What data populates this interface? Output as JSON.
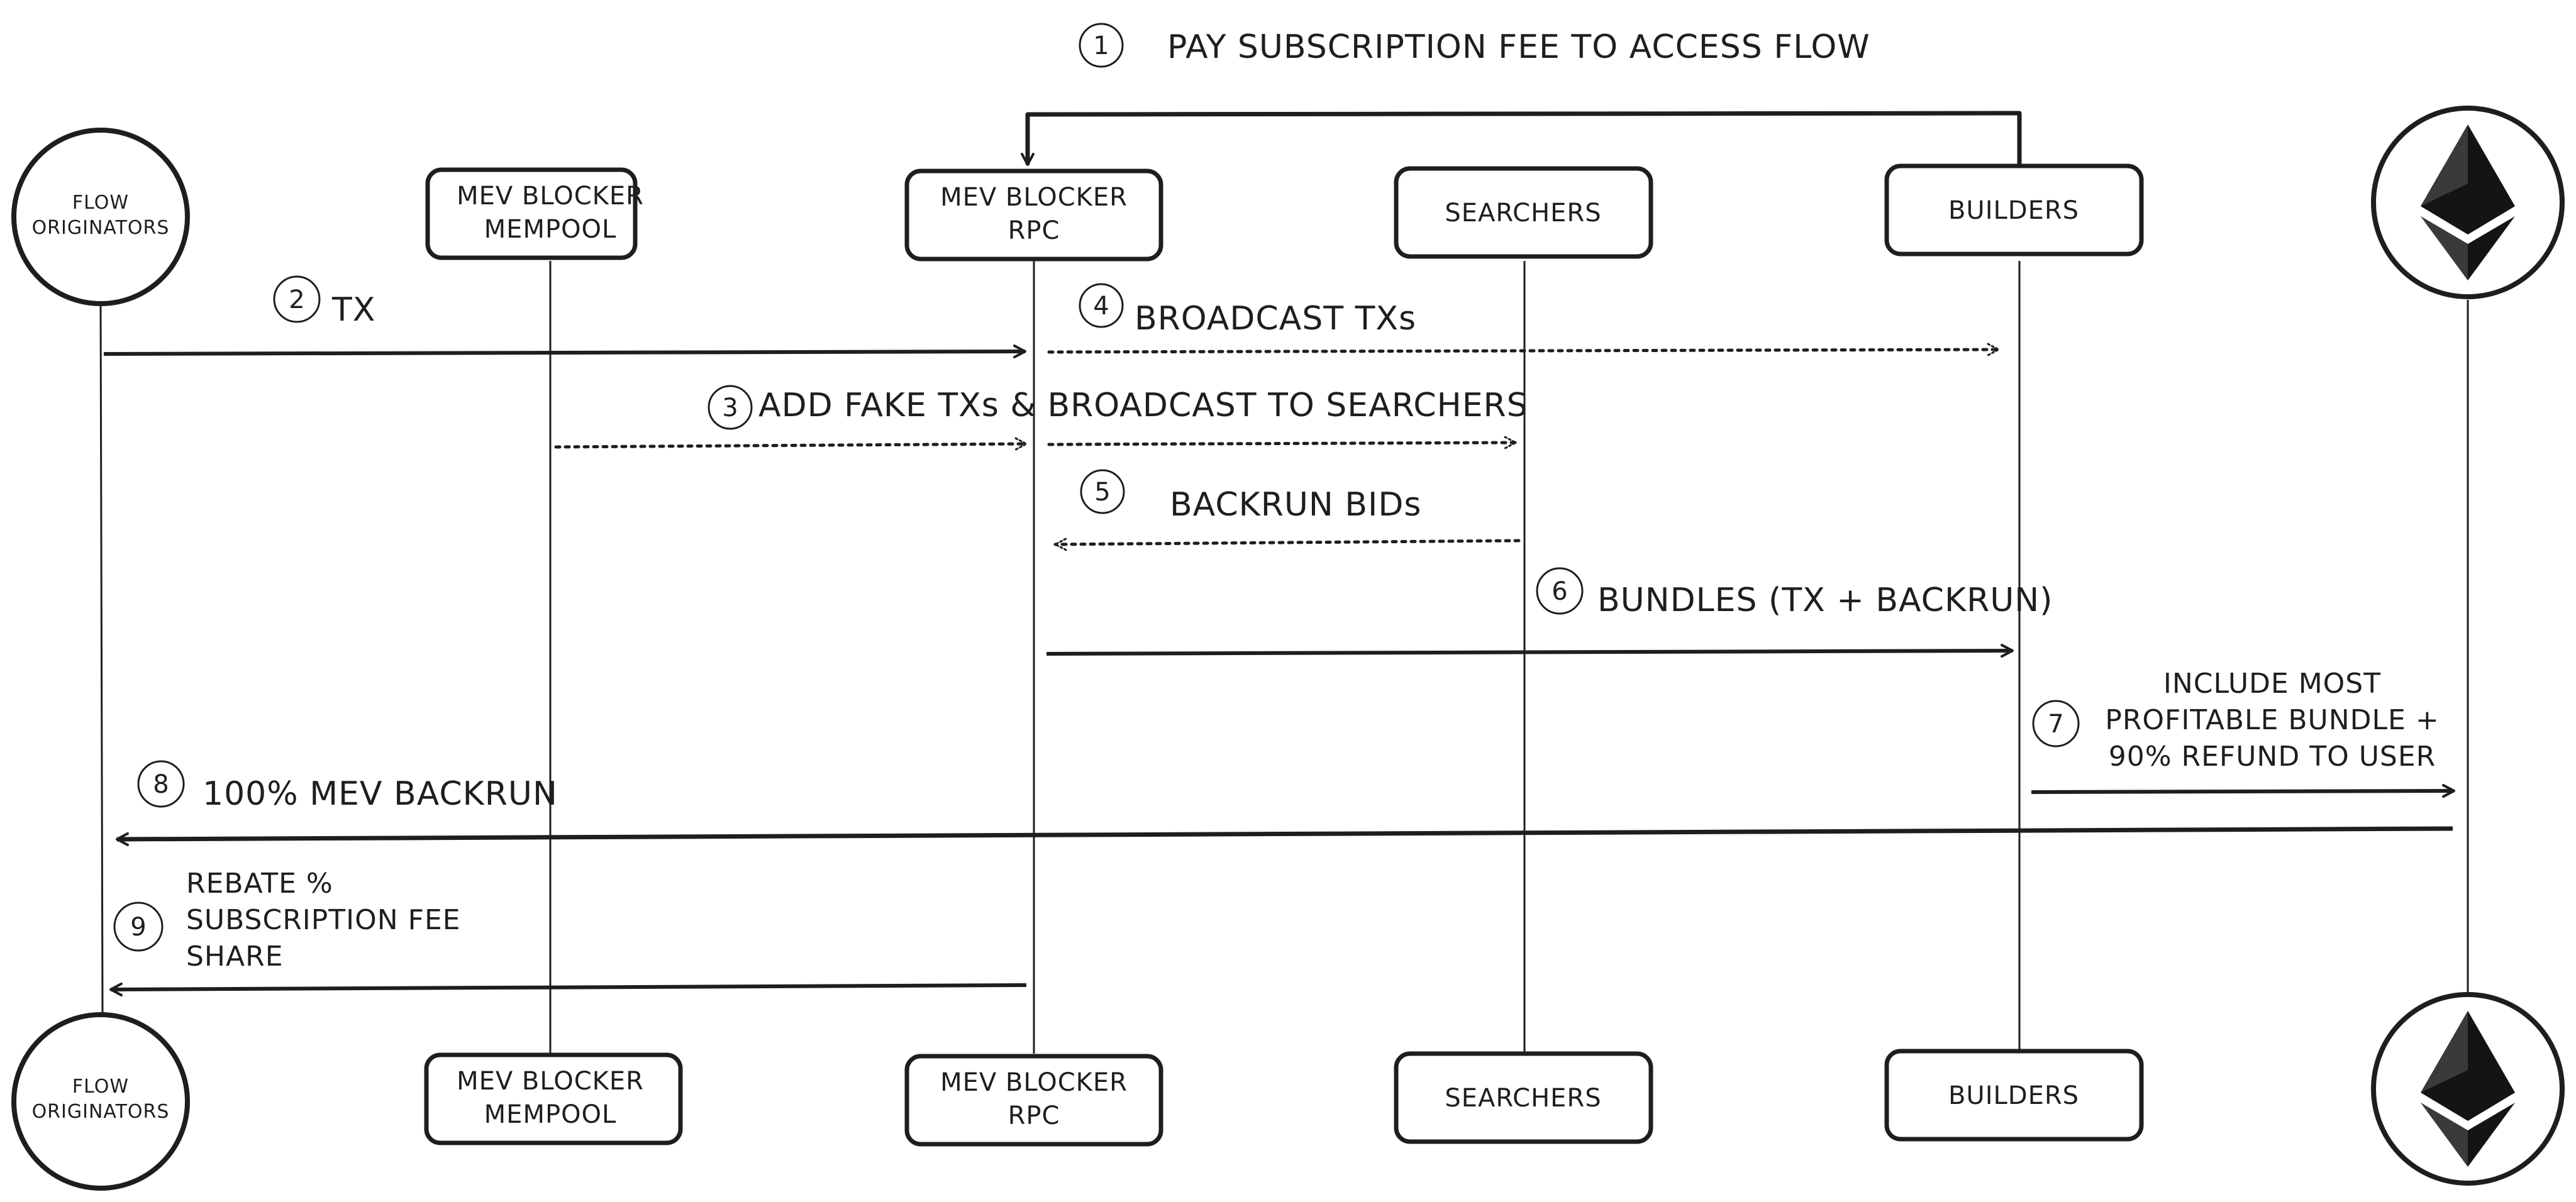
{
  "participants": {
    "flow_originators": "FLOW ORIGINATORS",
    "mempool_line1": "MEV BLOCKER",
    "mempool_line2": "MEMPOOL",
    "rpc_line1": "MEV BLOCKER",
    "rpc_line2": "RPC",
    "searchers": "SEARCHERS",
    "builders": "BUILDERS"
  },
  "steps": {
    "s1": {
      "num": "1",
      "label": "PAY SUBSCRIPTION FEE TO ACCESS FLOW"
    },
    "s2": {
      "num": "2",
      "label": "TX"
    },
    "s3": {
      "num": "3",
      "label": "ADD FAKE TXs & BROADCAST TO SEARCHERS"
    },
    "s4": {
      "num": "4",
      "label": "BROADCAST  TXs"
    },
    "s5": {
      "num": "5",
      "label": "BACKRUN BIDs"
    },
    "s6": {
      "num": "6",
      "label": "BUNDLES (TX + BACKRUN)"
    },
    "s7": {
      "num": "7",
      "line1": "INCLUDE MOST",
      "line2": "PROFITABLE BUNDLE +",
      "line3": "90% REFUND TO USER"
    },
    "s8": {
      "num": "8",
      "label": "100% MEV BACKRUN"
    },
    "s9": {
      "num": "9",
      "line1": "REBATE %",
      "line2": "SUBSCRIPTION FEE",
      "line3": "SHARE"
    }
  },
  "icons": {
    "ethereum": "ethereum-icon"
  },
  "colors": {
    "stroke": "#1e1e1e",
    "background": "#ffffff"
  }
}
